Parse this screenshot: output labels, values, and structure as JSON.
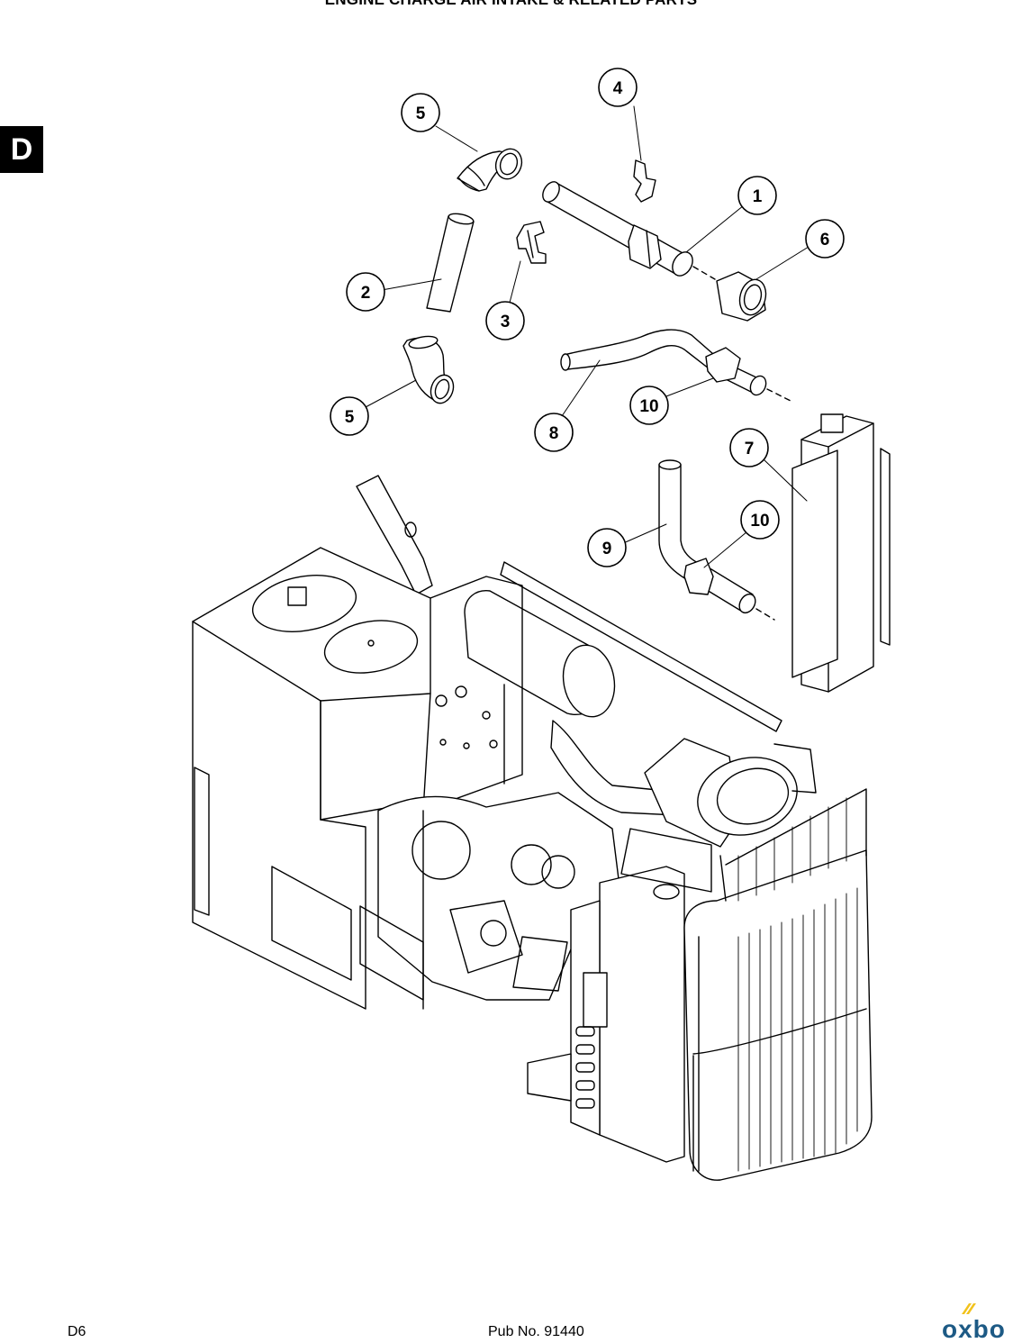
{
  "header": {
    "title": "ENGINE CHARGE AIR INTAKE & RELATED PARTS"
  },
  "section_tab": {
    "label": "D"
  },
  "callouts": [
    {
      "label": "4"
    },
    {
      "label": "5"
    },
    {
      "label": "1"
    },
    {
      "label": "6"
    },
    {
      "label": "2"
    },
    {
      "label": "3"
    },
    {
      "label": "5"
    },
    {
      "label": "10"
    },
    {
      "label": "8"
    },
    {
      "label": "7"
    },
    {
      "label": "10"
    },
    {
      "label": "9"
    }
  ],
  "footer": {
    "page_number": "D6",
    "publication": "Pub No. 91440",
    "logo_text": "oxbo"
  },
  "colors": {
    "ink": "#000000",
    "paper": "#ffffff",
    "logo_blue": "#1d5a85",
    "logo_yellow": "#f2c21b"
  }
}
